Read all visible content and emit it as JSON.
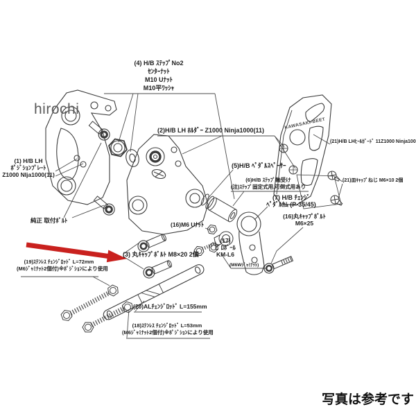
{
  "watermark": "hirochi",
  "footer_note": "写真は参考です",
  "plate_brand": "KAWASAKI-BEET",
  "colors": {
    "arrow": "#c9211e",
    "line": "#3a3a3a",
    "watermark": "#5a5a5a",
    "text": "#1c1c1c",
    "background": "#ffffff"
  },
  "labels": {
    "part4": {
      "line1": "(4) H/B ｽﾃｯﾌﾟNo2",
      "line2": "ｾﾝﾀｰﾅｯﾄ",
      "line3": "M10 Uﾅｯﾄ",
      "line4": "M10平ﾜｯｼｬ"
    },
    "part2": "(2)H/B LH ﾎﾙﾀﾞｰ Z1000 Ninja1000(11)",
    "part1": {
      "line1": "(1) H/B LH",
      "line2": "ﾎﾟｼﾞｼｮﾝﾌﾟﾚｰﾄ",
      "line3": "Z1000 NIja1000(11)"
    },
    "oem_bolt": "純正 取付ﾎﾞﾙﾄ",
    "part5": "(5)H/B ﾍﾟﾀﾞﾙｽﾍﾟｰｻｰ",
    "part6": {
      "line1": "(6)H/B ｽﾃｯﾌﾟ軸受け",
      "line2": "(注)ｽﾃｯﾌﾟ固定式用,可倒式用あり"
    },
    "part7": {
      "line1": "(7) H/B ﾁｪﾝｼﾞ",
      "line2": "ﾍﾟﾀﾞﾙｶﾑ (P-35/45)"
    },
    "part16_nut": "(16)M6 Uﾅｯﾄ",
    "part16_bolt": {
      "line1": "(16)丸ｷｬｯﾌﾟﾎﾞﾙﾄ",
      "line2": "M6×25"
    },
    "part17": {
      "line1": "(17)",
      "line2": "ﾋﾟﾛﾎﾞｰﾙ",
      "line3": "KM-L6",
      "note": "(M6Wｼﾞｬﾐﾅｯﾄ)"
    },
    "part3": "(3) 丸ｷｬｯﾌﾟﾎﾞﾙﾄ M8×20 2個",
    "part21_guard": "(21)H/B LHﾋｰﾙｶﾞｰﾄﾞ 11Z1000 Ninja1000",
    "part21_screw": "(21)皿ｷｬｯﾌﾟねじ M6×10 2個",
    "part19": {
      "line1": "(19)ｽﾃﾝﾚｽ ﾁｪﾝｼﾞﾛｯﾄﾞ L=72mm",
      "line2": "(M6ｼﾞｬﾐﾅｯﾄ2個付)※ﾎﾟｼﾞｼｮﾝにより使用"
    },
    "part20": "(20)ALﾁｪﾝｼﾞﾛｯﾄﾞ L=155mm",
    "part18": {
      "line1": "(18)ｽﾃﾝﾚｽ ﾁｪﾝｼﾞﾛｯﾄﾞ L=53mm",
      "line2": "(M6ｼﾞｬﾐﾅｯﾄ2個付)※ﾎﾟｼﾞｼｮﾝにより使用"
    }
  }
}
